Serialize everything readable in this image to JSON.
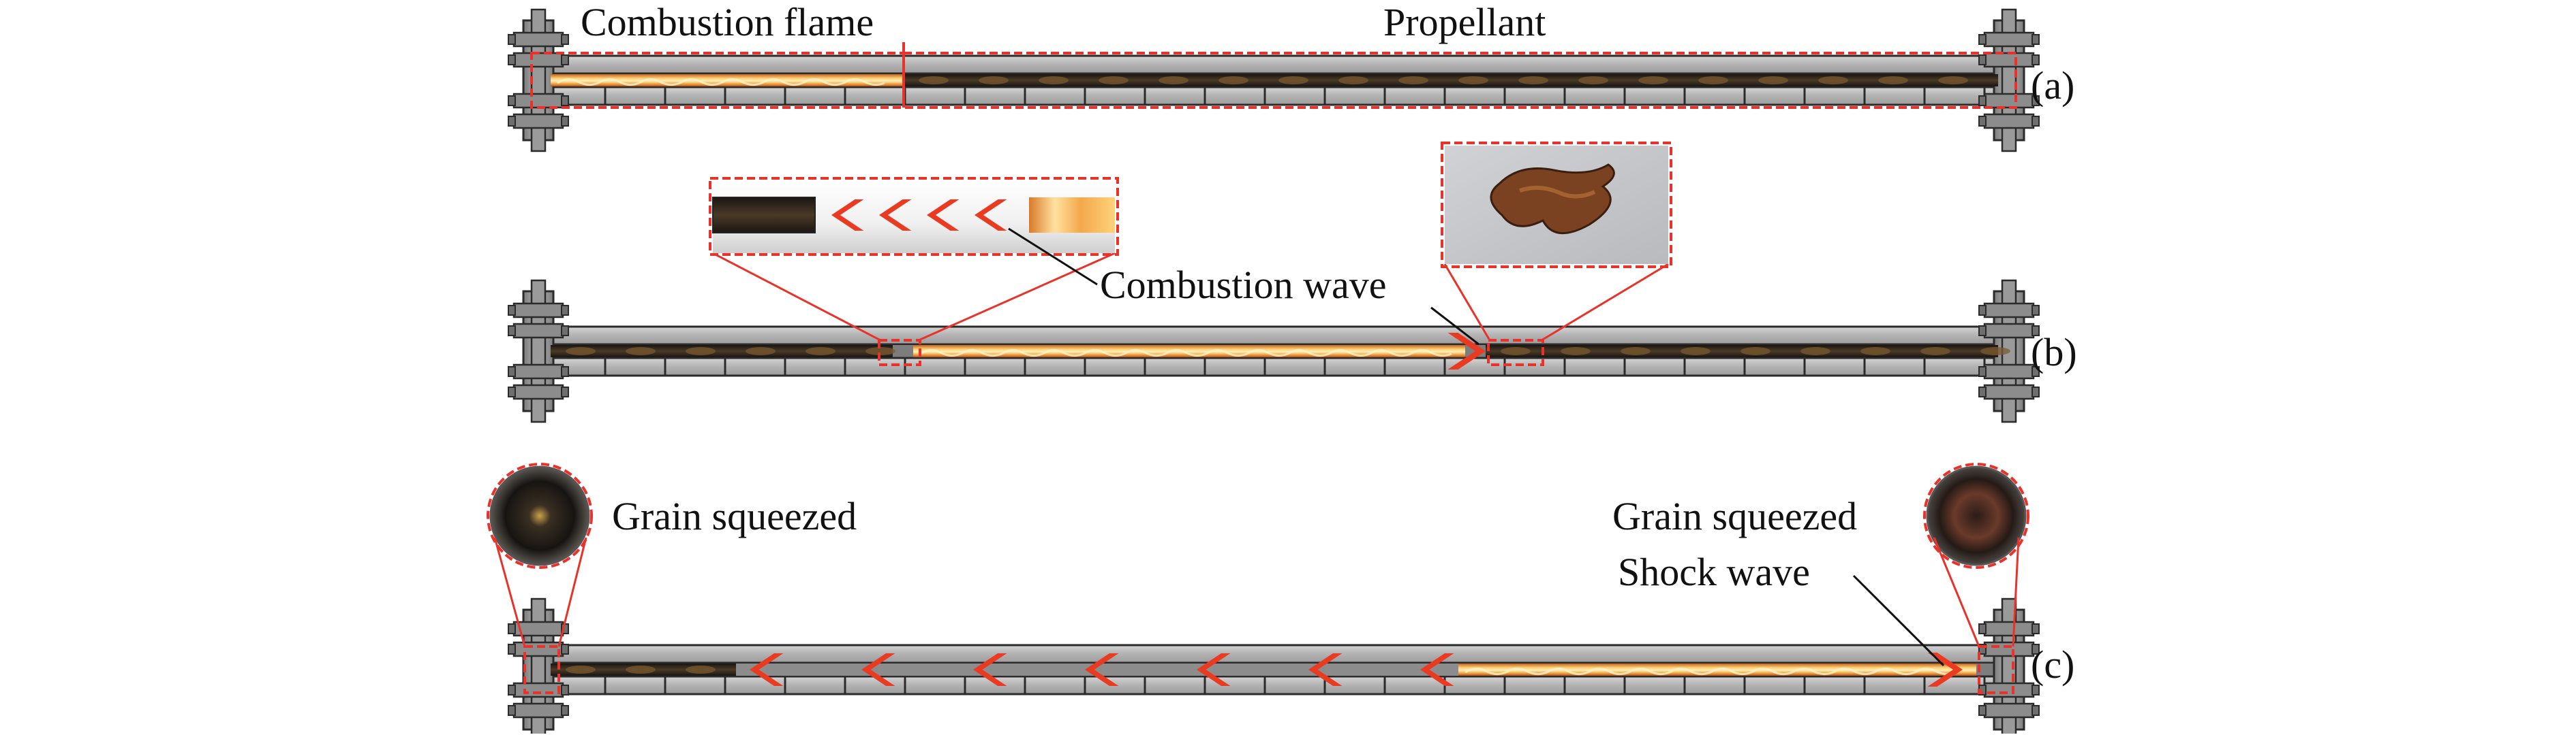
{
  "panels": [
    {
      "id": "a",
      "label": "(a)"
    },
    {
      "id": "b",
      "label": "(b)"
    },
    {
      "id": "c",
      "label": "(c)"
    }
  ],
  "labels": {
    "combustion_flame": "Combustion flame",
    "propellant": "Propellant",
    "combustion_wave": "Combustion wave",
    "grain_squeezed_left": "Grain squeezed",
    "grain_squeezed_right": "Grain squeezed",
    "shock_wave": "Shock wave"
  },
  "colors": {
    "tube_fill": "#b9b9b9",
    "tube_stroke": "#2b2b2b",
    "flange": "#8f8f8f",
    "highlight_dash": "#e8322a",
    "arrow": "#ea3a22",
    "flame_core": "#f6b24a",
    "flame_bright": "#ffe39a",
    "propellant_dark": "#2a241c"
  },
  "icons": {
    "flame_in_tube": "flame-texture",
    "combustion_direction": "chevron-left-icon",
    "end_photo": "circular-photo-inset",
    "residue_photo": "propellant-residue-photo"
  }
}
